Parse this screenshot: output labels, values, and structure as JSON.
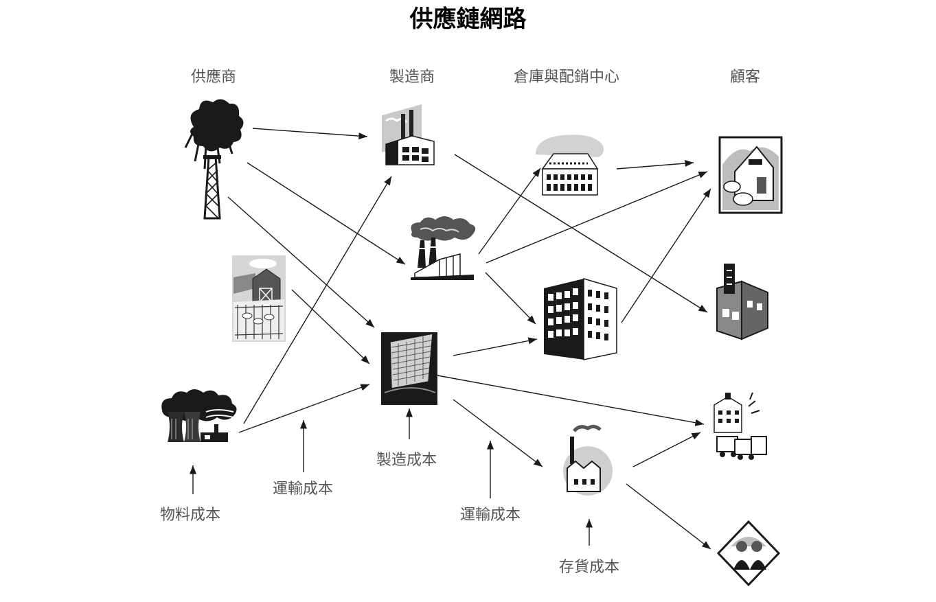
{
  "title": "供應鏈網路",
  "columns": {
    "suppliers": "供應商",
    "manufacturers": "製造商",
    "warehouses": "倉庫與配銷中心",
    "customers": "顧客"
  },
  "costs": {
    "material": "物料成本",
    "transport_1": "運輸成本",
    "manufacturing": "製造成本",
    "transport_2": "運輸成本",
    "inventory": "存貨成本"
  },
  "icons": {
    "oil_derrick": "oil-derrick-icon",
    "farm": "farm-icon",
    "power_plant": "power-plant-icon",
    "factory_1": "factory-icon",
    "factory_2": "smokestack-factory-icon",
    "factory_3": "tower-factory-icon",
    "warehouse_1": "warehouse-icon",
    "warehouse_2": "office-building-icon",
    "warehouse_3": "small-factory-icon",
    "customer_1": "house-icon",
    "customer_2": "store-icon",
    "customer_3": "campus-icon",
    "customer_4": "family-icon"
  },
  "colors": {
    "ink": "#1a1a1a",
    "mid": "#777777",
    "light": "#c8c8c8",
    "text": "#555555"
  }
}
